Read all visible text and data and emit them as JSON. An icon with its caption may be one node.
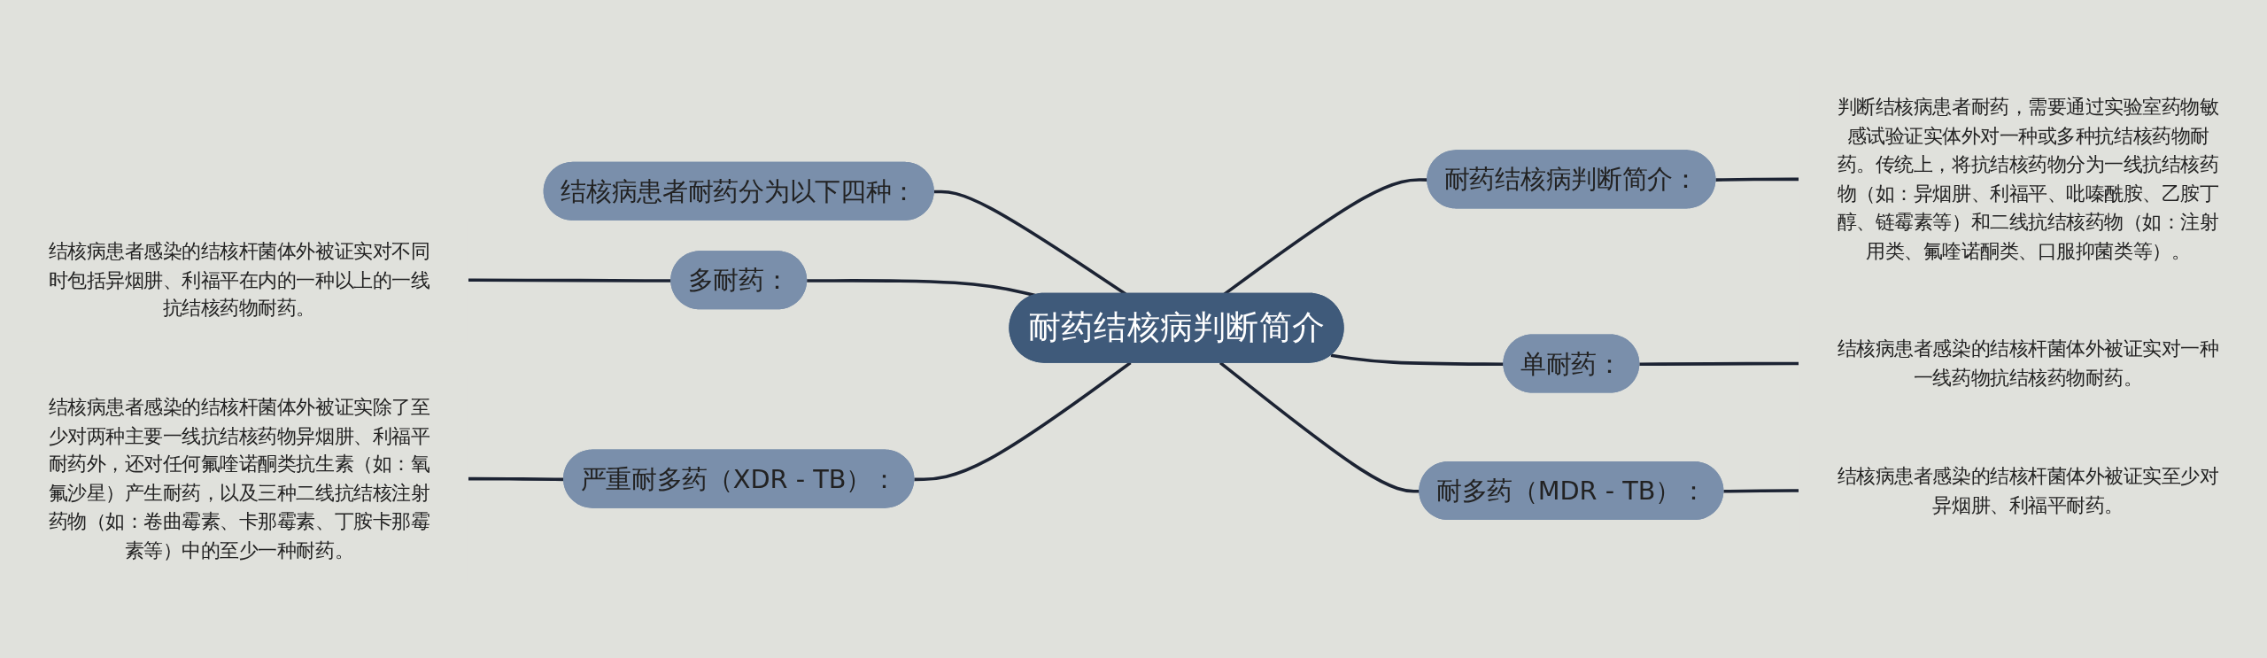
{
  "diagram": {
    "nodes": [
      {
        "text": [
          "耐药结核病判断简介"
        ]
      },
      {
        "text": [
          "结核病患者耐药分为以下四种："
        ]
      },
      {
        "text": [
          "多耐药："
        ]
      },
      {
        "text": [
          "结核病患者感染的结核杆菌体外被证实对不同时包括异烟肼、利福平在内的一种以上的一线抗结核药物耐药。"
        ]
      },
      {
        "text": [
          "严重耐多药（XDR - TB）："
        ]
      },
      {
        "text": [
          "结核病患者感染的结核杆菌体外被证实除了至少对两种主要一线抗结核药物异烟肼、利福平耐药外，还对任何氟喹诺酮类抗生素（如：氧氟沙星）产生耐药，以及三种二线抗结核注射药物（如：卷曲霉素、卡那霉素、丁胺卡那霉素等）中的至少一种耐药。"
        ]
      },
      {
        "text": [
          "耐药结核病判断简介："
        ]
      },
      {
        "text": [
          "判断结核病患者耐药，需要通过实验室药物敏感试验证实体外对一种或多种抗结核药物耐药。传统上，将抗结核药物分为一线抗结核药物（如：异烟肼、利福平、吡嗪酰胺、乙胺丁醇、链霉素等）和二线抗结核药物（如：注射用类、氟喹诺酮类、口服抑菌类等）。"
        ]
      },
      {
        "text": [
          "单耐药："
        ]
      },
      {
        "text": [
          "结核病患者感染的结核杆菌体外被证实对一种一线药物抗结核药物耐药。"
        ]
      },
      {
        "text": [
          "耐多药（MDR - TB）："
        ]
      },
      {
        "text": [
          "结核病患者感染的结核杆菌体外被证实至少对异烟肼、利福平耐药。"
        ]
      }
    ],
    "edges": [
      {
        "from": 1,
        "to": 0,
        "arrow": "none"
      },
      {
        "from": 3,
        "to": 2,
        "arrow": "none"
      },
      {
        "from": 2,
        "to": 0,
        "arrow": "none"
      },
      {
        "from": 5,
        "to": 4,
        "arrow": "none"
      },
      {
        "from": 4,
        "to": 0,
        "arrow": "none"
      },
      {
        "from": 0,
        "to": 6,
        "arrow": "none"
      },
      {
        "from": 6,
        "to": 7,
        "arrow": "none"
      },
      {
        "from": 0,
        "to": 8,
        "arrow": "none"
      },
      {
        "from": 8,
        "to": 9,
        "arrow": "none"
      },
      {
        "from": 0,
        "to": 10,
        "arrow": "none"
      },
      {
        "from": 10,
        "to": 11,
        "arrow": "none"
      }
    ]
  }
}
